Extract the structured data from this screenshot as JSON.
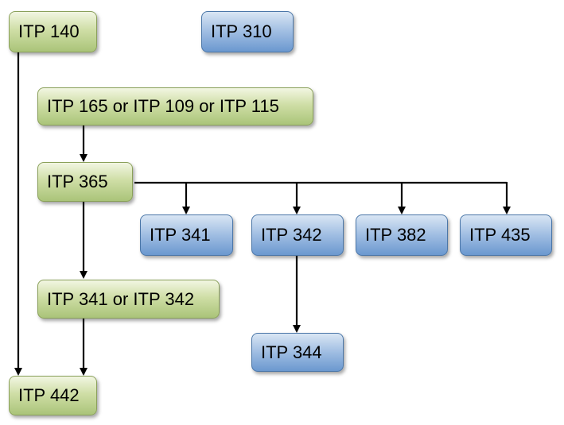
{
  "diagram": {
    "nodes": {
      "itp140": "ITP 140",
      "itp310": "ITP 310",
      "itp165": "ITP 165 or ITP 109 or ITP 115",
      "itp365": "ITP 365",
      "itp341": "ITP 341",
      "itp342": "ITP 342",
      "itp382": "ITP 382",
      "itp435": "ITP 435",
      "itp341or342": "ITP 341 or ITP 342",
      "itp344": "ITP 344",
      "itp442": "ITP 442"
    },
    "colors": {
      "prerequisite_path": "#c5d89a",
      "elective": "#8fb3de",
      "arrow": "#000000"
    }
  }
}
